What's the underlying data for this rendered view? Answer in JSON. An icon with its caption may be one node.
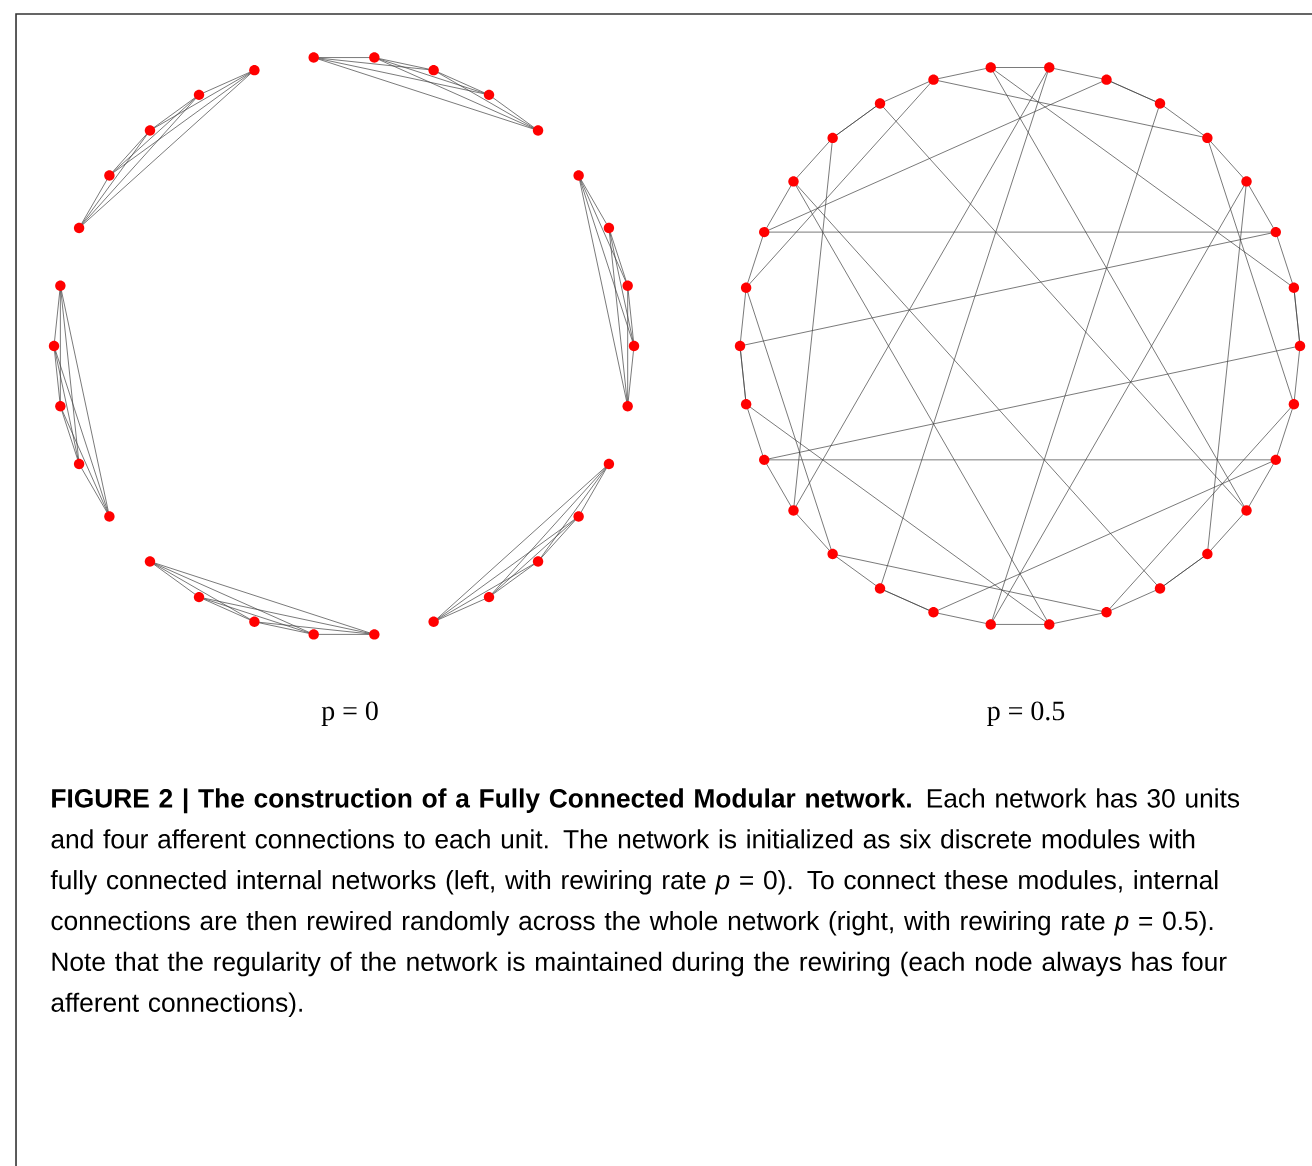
{
  "diagram": {
    "caption": "**FIGURE 2 | The construction of a Fully Connected Modular network.** Each network has 30 units and four afferent connections to each unit. The network is initialized as six discrete modules with fully connected internal networks (left, with rewiring rate *p* = 0). To connect these modules, internal connections are then rewired randomly across the whole network (right, with rewiring rate *p* = 0.5). Note that the regularity of the network is maintained during the rewiring (each node always has four afferent connections).",
    "nodes": [
      {
        "text": [],
        "shape": "picture",
        "beside": [
          "p = 0"
        ]
      },
      {
        "text": [],
        "shape": "picture",
        "beside": [
          "p = 0.5"
        ]
      }
    ]
  }
}
